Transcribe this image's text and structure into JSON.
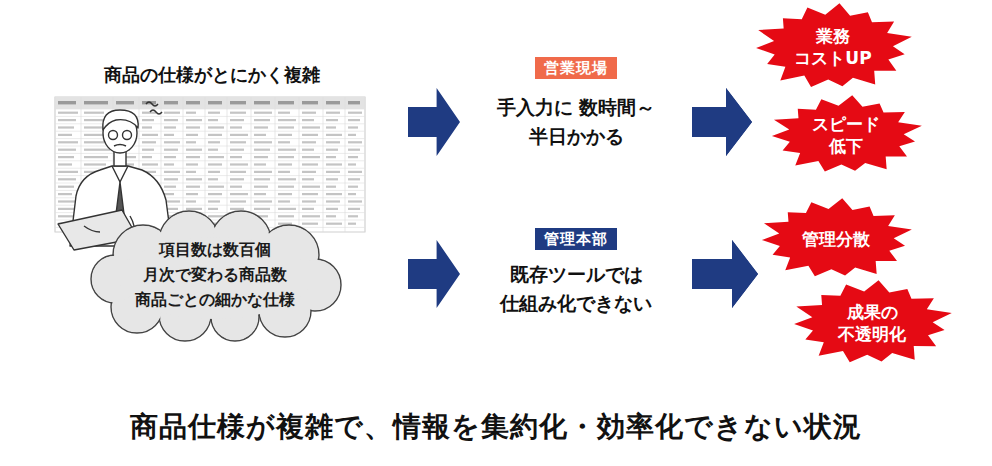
{
  "diagram": {
    "caption": "商品仕様が複雑で、情報を集約化・効率化できない状況",
    "nodes": [
      {
        "text": [
          "商品の仕様がとにかく複雑"
        ]
      },
      {
        "text": [
          "項目数は数百個 月次で変わる商品数 商品ごとの細かな仕様"
        ],
        "in": 0
      },
      {
        "text": [
          "営業現場",
          "手入力に 数時間～半日かかる"
        ]
      },
      {
        "text": [
          "管理本部",
          "既存ツールでは 仕組み化できない"
        ]
      },
      {
        "text": [
          "業務 コストUP"
        ]
      },
      {
        "text": [
          "スピード 低下"
        ]
      },
      {
        "text": [
          "管理分散"
        ]
      },
      {
        "text": [
          "成果の 不透明化"
        ]
      }
    ],
    "edges": [
      {
        "from": 0,
        "to": 2,
        "arrow": "to"
      },
      {
        "from": 0,
        "to": 3,
        "arrow": "to"
      },
      {
        "from": 2,
        "to": 4,
        "arrow": "to"
      },
      {
        "from": 2,
        "to": 5,
        "arrow": "to"
      },
      {
        "from": 3,
        "to": 6,
        "arrow": "to"
      },
      {
        "from": 3,
        "to": 7,
        "arrow": "to"
      }
    ]
  }
}
